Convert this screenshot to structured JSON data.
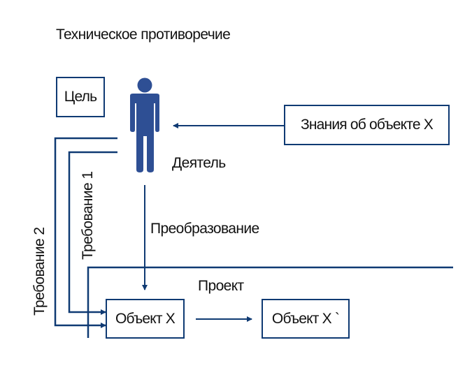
{
  "title": "Техническое противоречие",
  "labels": {
    "goal": "Цель",
    "knowledge": "Знания об объекте X",
    "actor": "Деятель",
    "requirement1": "Требование 1",
    "requirement2": "Требование 2",
    "transformation": "Преобразование",
    "project": "Проект",
    "object": "Объект X",
    "object_prime": "Объект X `"
  },
  "icons": {
    "actor": "person-icon"
  },
  "colors": {
    "line": "#0f3a73",
    "person": "#2e4f94",
    "text": "#111111"
  }
}
